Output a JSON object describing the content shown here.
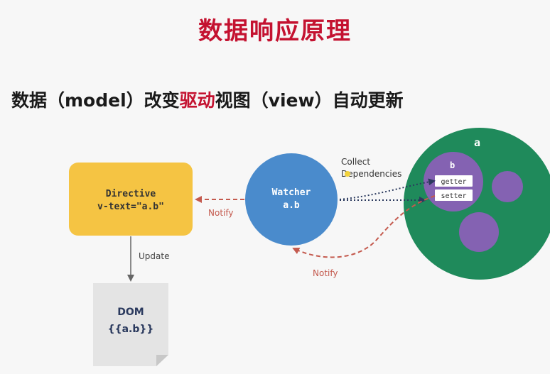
{
  "title": "数据响应原理",
  "subtitle": {
    "part1": "数据（model）改变",
    "highlight": "驱动",
    "part2": "视图（view）自动更新"
  },
  "diagram": {
    "directive": {
      "line1": "Directive",
      "line2": "v-text=\"a.b\""
    },
    "watcher": {
      "line1": "Watcher",
      "line2": "a.b"
    },
    "dom": {
      "line1": "DOM",
      "line2": "{{a.b}}"
    },
    "data_object": {
      "label": "a",
      "child_label": "b",
      "getter": "getter",
      "setter": "setter"
    },
    "edges": {
      "collect_line1": "Collect",
      "collect_line2": "Dependencies",
      "notify_directive": "Notify",
      "notify_watcher": "Notify",
      "update": "Update"
    },
    "colors": {
      "directive": "#f5c443",
      "watcher": "#4a8bcc",
      "data": "#1f8a5b",
      "child": "#8462b2",
      "notify": "#c45a4e",
      "collect": "#2b3a5e",
      "dom": "#e4e4e4",
      "title": "#c41230"
    }
  }
}
